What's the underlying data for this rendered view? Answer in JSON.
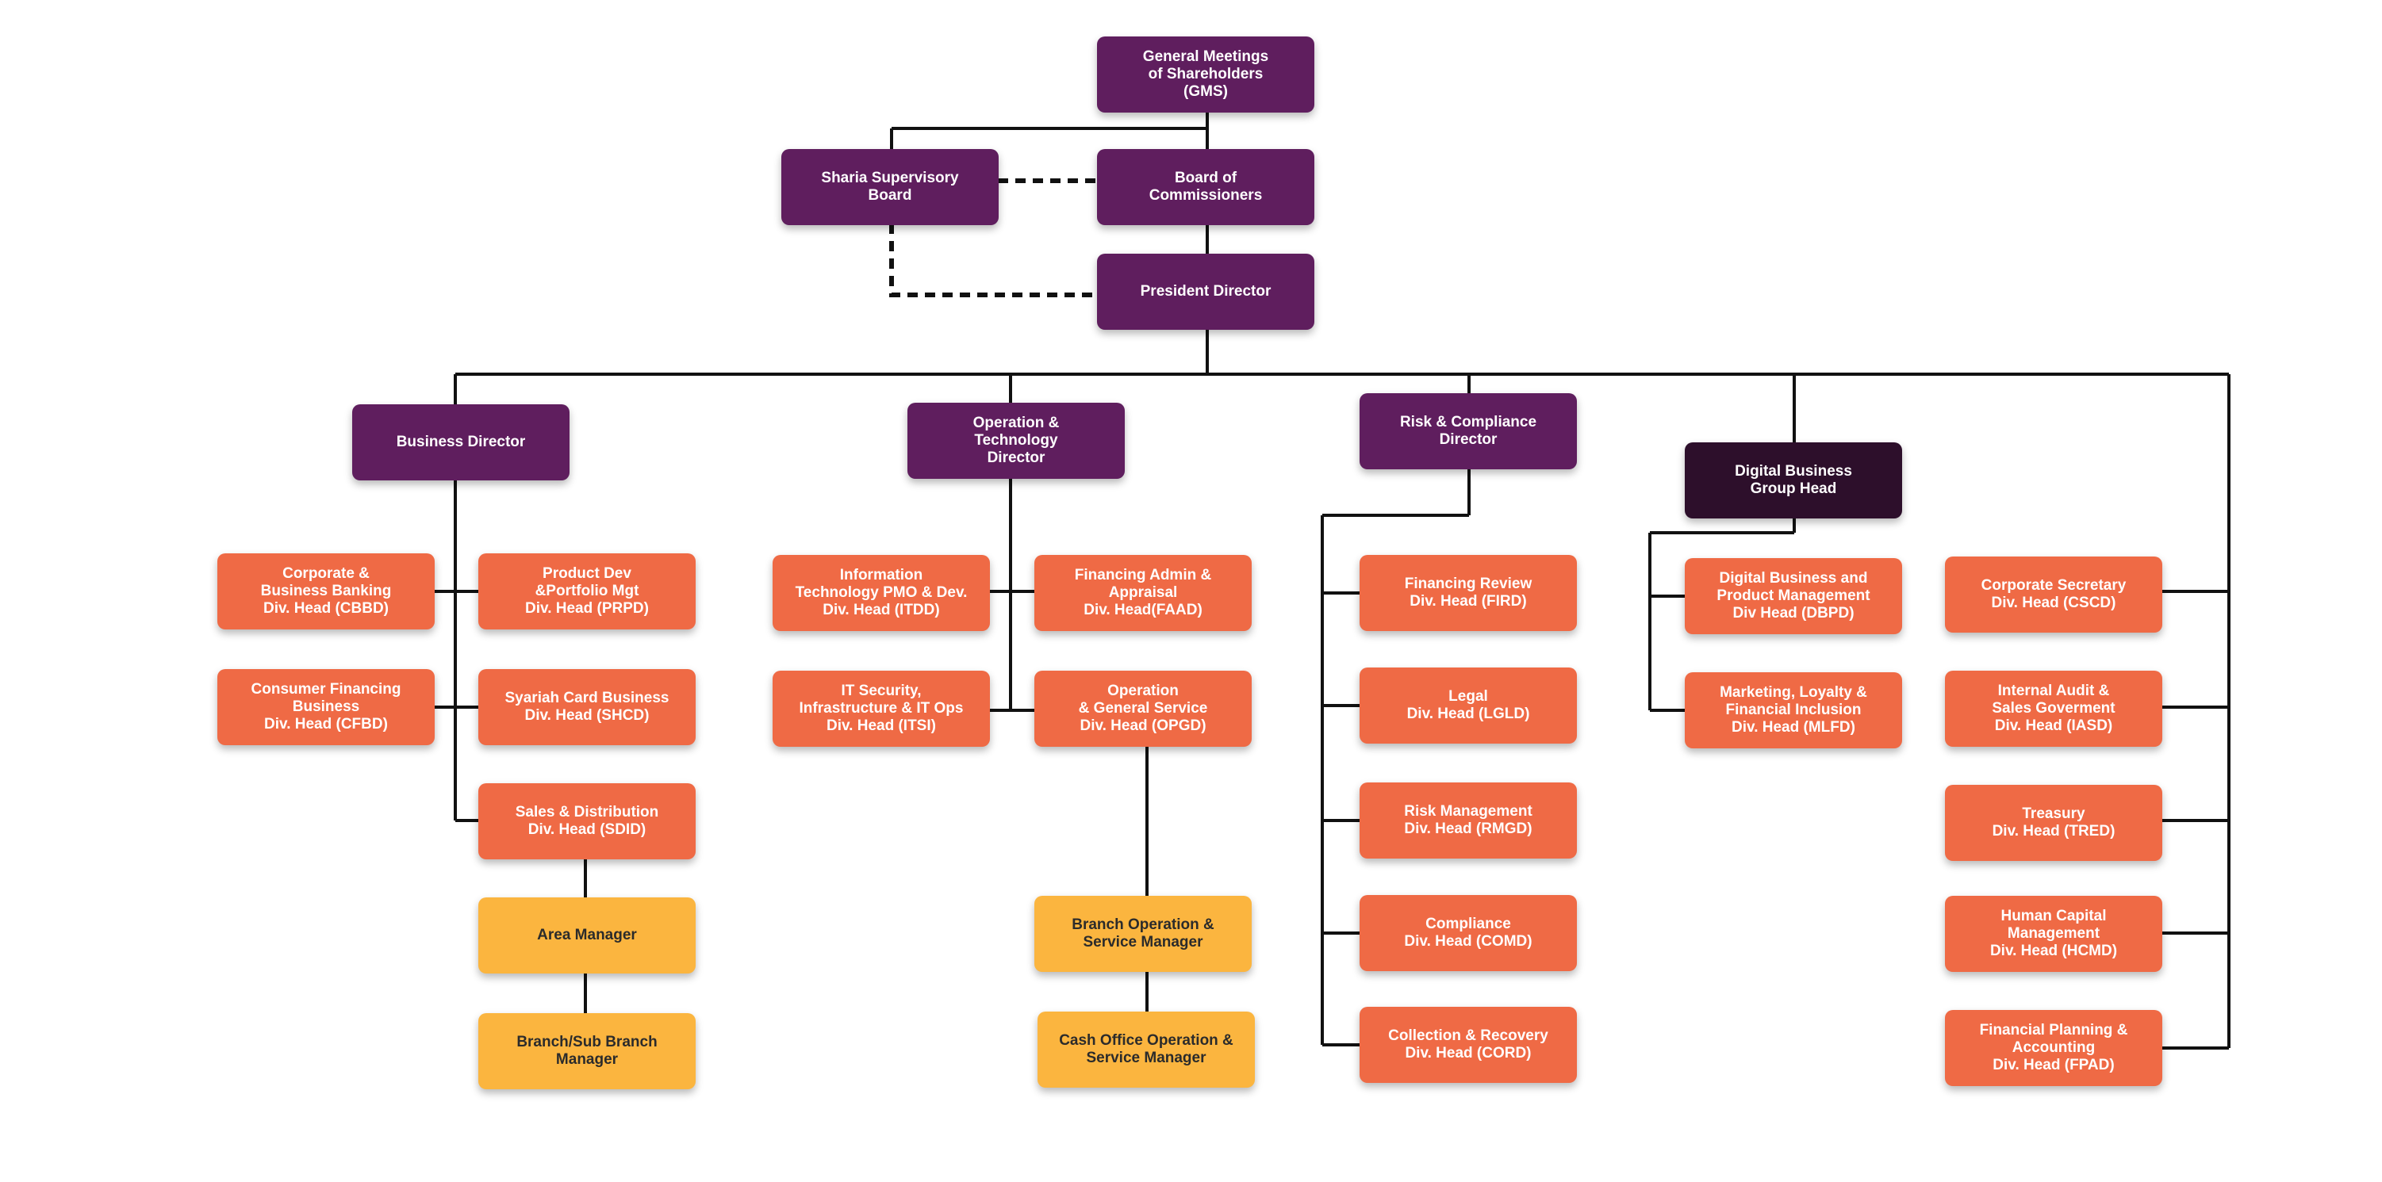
{
  "colors": {
    "leadership": "#5f1e5e",
    "digital_head": "#2d0f2b",
    "division": "#ef6a45",
    "branch_level": "#fbb53f",
    "connector": "#111111"
  },
  "top": {
    "gms": "General Meetings\nof Shareholders\n(GMS)",
    "sharia_board": "Sharia Supervisory\nBoard",
    "board_commissioners": "Board of\nCommissioners",
    "president_director": "President Director"
  },
  "directors": {
    "business": "Business Director",
    "operation_technology": "Operation &\nTechnology\nDirector",
    "risk_compliance": "Risk & Compliance\nDirector",
    "digital_business": "Digital Business\nGroup Head"
  },
  "business": {
    "cbbd": "Corporate &\nBusiness Banking\nDiv. Head (CBBD)",
    "prpd": "Product Dev\n&Portfolio Mgt\nDiv. Head (PRPD)",
    "cfbd": "Consumer Financing\nBusiness\nDiv. Head (CFBD)",
    "shcd": "Syariah Card Business\nDiv. Head (SHCD)",
    "sdid": "Sales & Distribution\nDiv. Head (SDID)",
    "area_manager": "Area Manager",
    "branch_manager": "Branch/Sub Branch\nManager"
  },
  "operation": {
    "itdd": "Information\nTechnology PMO & Dev.\nDiv. Head (ITDD)",
    "faad": "Financing Admin &\nAppraisal\nDiv. Head(FAAD)",
    "itsi": "IT Security,\nInfrastructure & IT Ops\nDiv. Head (ITSI)",
    "opgd": "Operation\n& General Service\nDiv. Head (OPGD)",
    "branch_op_manager": "Branch Operation &\nService Manager",
    "cash_office_manager": "Cash Office Operation &\nService Manager"
  },
  "risk": {
    "fird": "Financing Review\nDiv. Head (FIRD)",
    "lgld": "Legal\nDiv. Head (LGLD)",
    "rmgd": "Risk Management\nDiv. Head (RMGD)",
    "comd": "Compliance\nDiv. Head (COMD)",
    "cord": "Collection & Recovery\nDiv. Head (CORD)"
  },
  "digital": {
    "dbpd": "Digital Business and\nProduct Management\nDiv Head (DBPD)",
    "mlfd": "Marketing, Loyalty &\nFinancial Inclusion\nDiv. Head (MLFD)"
  },
  "president_units": {
    "cscd": "Corporate Secretary\nDiv. Head (CSCD)",
    "iasd": "Internal Audit &\nSales Goverment\nDiv. Head (IASD)",
    "tred": "Treasury\nDiv. Head (TRED)",
    "hcmd": "Human Capital\nManagement\nDiv. Head (HCMD)",
    "fpad": "Financial Planning &\nAccounting\nDiv. Head (FPAD)"
  }
}
